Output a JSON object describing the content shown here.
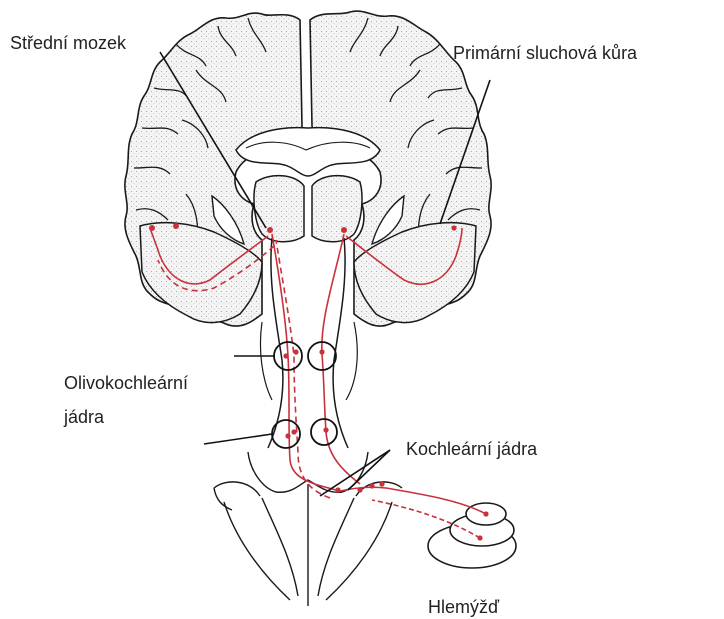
{
  "labels": {
    "midbrain": "Střední mozek",
    "auditory_cortex": "Primární sluchová kůra",
    "olivo_line1": "Olivokochleární",
    "olivo_line2": "jádra",
    "cochlear_nuclei": "Kochleární jádra",
    "cochlea": "Hlemýžď"
  },
  "colors": {
    "outline": "#1a1a1a",
    "pathway": "#c8323c",
    "leader": "#111111"
  }
}
